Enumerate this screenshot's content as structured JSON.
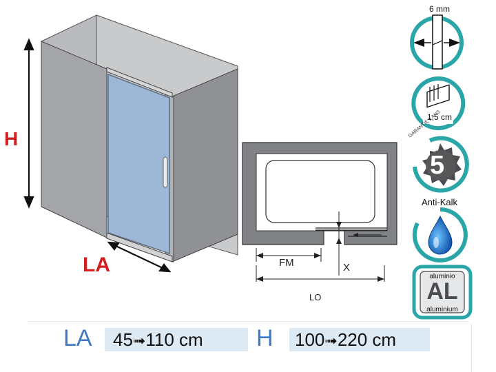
{
  "diagram": {
    "height_label": "H",
    "width_label": "LA"
  },
  "plan": {
    "fm_label": "FM",
    "x_label": "X",
    "lo_label": "LO"
  },
  "badges": {
    "thickness_label": "6 mm",
    "profile_label": "1,5 cm",
    "warranty_ring_text": "GARANTIE 5 ANS",
    "warranty_number": "5",
    "anti_kalk_label": "Anti-Kalk",
    "aluminium_top": "aluminio",
    "aluminium_symbol": "AL",
    "aluminium_bottom": "aluminium"
  },
  "dimensions": {
    "la_label": "LA",
    "la_min": "45",
    "la_max": "110 cm",
    "h_label": "H",
    "h_min": "100",
    "h_max": "220 cm"
  },
  "colors": {
    "accent_teal": "#2aa5a8",
    "glass_blue": "#9db8d6",
    "wall_gray": "#a3a5a8",
    "label_red": "#d21f1f",
    "label_blue": "#3d79c4",
    "box_fill": "#dde9f3"
  }
}
